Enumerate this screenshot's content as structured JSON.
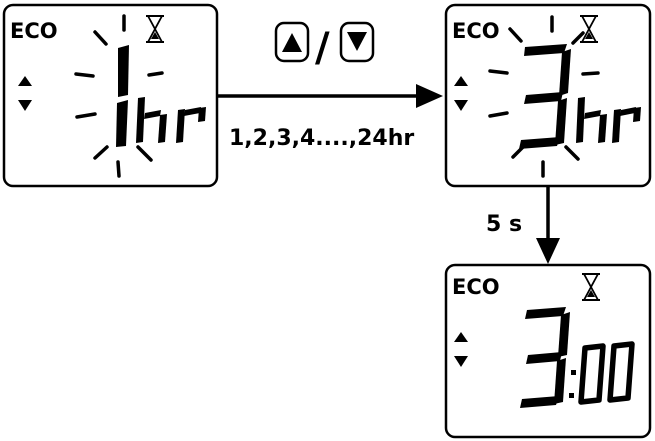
{
  "displays": [
    {
      "id": "display-1",
      "mode_label": "ECO",
      "value": "1",
      "unit": "hr",
      "blinking": true,
      "timer_icon": "hourglass-icon",
      "nav_icons": [
        "triangle-up-icon",
        "triangle-down-icon"
      ]
    },
    {
      "id": "display-2",
      "mode_label": "ECO",
      "value": "3",
      "unit": "hr",
      "blinking": true,
      "timer_icon": "hourglass-icon",
      "nav_icons": [
        "triangle-up-icon",
        "triangle-down-icon"
      ]
    },
    {
      "id": "display-3",
      "mode_label": "ECO",
      "value": "3",
      "minutes": "00",
      "blinking": false,
      "timer_icon": "hourglass-icon",
      "nav_icons": [
        "triangle-up-icon",
        "triangle-down-icon"
      ]
    }
  ],
  "transition_1": {
    "buttons": [
      "up-button-icon",
      "down-button-icon"
    ],
    "separator": "/",
    "range_label": "1,2,3,4....,24hr"
  },
  "transition_2": {
    "delay_label": "5 s"
  }
}
